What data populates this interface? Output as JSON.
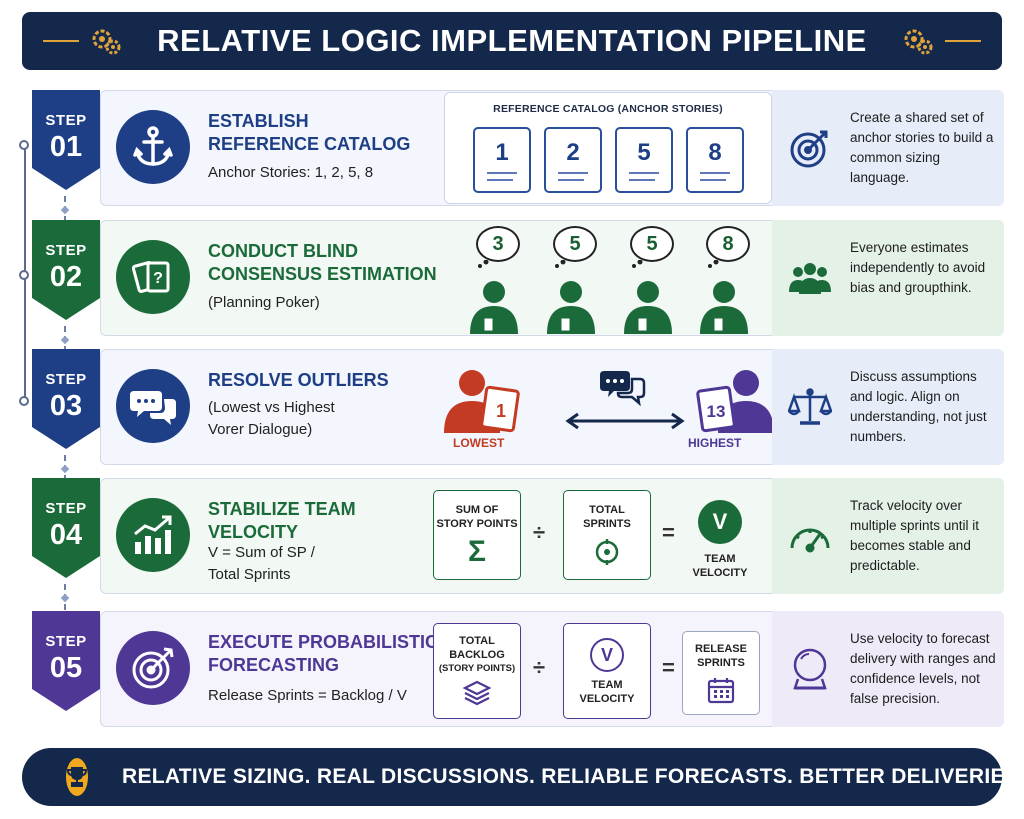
{
  "header": {
    "title": "RELATIVE LOGIC IMPLEMENTATION PIPELINE"
  },
  "colors": {
    "navy": "#14284b",
    "blue": "#1e3f86",
    "green": "#1b6b3a",
    "purple": "#4f3795",
    "gold": "#e0a33a",
    "red": "#c23b22"
  },
  "steps": [
    {
      "word": "STEP",
      "number": "01",
      "title_lines": [
        "ESTABLISH",
        "REFERENCE CATALOG"
      ],
      "subtitle_lines": [
        "Anchor Stories: 1, 2, 5, 8"
      ],
      "icon": "anchor-icon",
      "side_icon": "target-icon",
      "side_text": "Create a shared set of anchor stories to build a common sizing language.",
      "catalog": {
        "title": "REFERENCE CATALOG (ANCHOR STORIES)",
        "cards": [
          "1",
          "2",
          "5",
          "8"
        ]
      }
    },
    {
      "word": "STEP",
      "number": "02",
      "title_lines": [
        "CONDUCT BLIND",
        "CONSENSUS ESTIMATION"
      ],
      "subtitle_lines": [
        "(Planning Poker)"
      ],
      "icon": "cards-icon",
      "side_icon": "group-icon",
      "side_text": "Everyone estimates independently to avoid bias and groupthink.",
      "estimates": [
        "3",
        "5",
        "5",
        "8"
      ]
    },
    {
      "word": "STEP",
      "number": "03",
      "title_lines": [
        "RESOLVE OUTLIERS"
      ],
      "subtitle_lines": [
        "(Lowest vs Highest",
        "Vorer Dialogue)"
      ],
      "icon": "chat-icon",
      "side_icon": "scales-icon",
      "side_text": "Discuss assumptions and logic. Align on understanding, not just numbers.",
      "lowest": {
        "label": "LOWEST",
        "card": "1"
      },
      "highest": {
        "label": "HIGHEST",
        "card": "13"
      }
    },
    {
      "word": "STEP",
      "number": "04",
      "title_lines": [
        "STABILIZE TEAM",
        "VELOCITY"
      ],
      "subtitle_lines": [
        "V = Sum of SP /",
        "Total Sprints"
      ],
      "icon": "growth-chart-icon",
      "side_icon": "gauge-icon",
      "side_text": "Track velocity over multiple sprints until it becomes stable and predictable.",
      "formula": {
        "box1": [
          "SUM OF",
          "STORY POINTS"
        ],
        "box1_symbol": "Σ",
        "op1": "÷",
        "box2": [
          "TOTAL",
          "SPRINTS"
        ],
        "op2": "=",
        "result_symbol": "V",
        "result": [
          "TEAM",
          "VELOCITY"
        ]
      }
    },
    {
      "word": "STEP",
      "number": "05",
      "title_lines": [
        "EXECUTE PROBABILISTIC",
        "FORECASTING"
      ],
      "subtitle_lines": [
        "Release Sprints = Backlog / V"
      ],
      "icon": "bullseye-arrow-icon",
      "side_icon": "crystal-ball-icon",
      "side_text": "Use velocity to forecast delivery with ranges and confidence levels, not false precision.",
      "formula": {
        "box1": [
          "TOTAL",
          "BACKLOG",
          "(STORY POINTS)"
        ],
        "op1": "÷",
        "box2_symbol": "V",
        "box2": [
          "TEAM",
          "VELOCITY"
        ],
        "op2": "=",
        "box3": [
          "RELEASE",
          "SPRINTS"
        ]
      }
    }
  ],
  "footer": {
    "text": "RELATIVE SIZING. REAL DISCUSSIONS. RELIABLE FORECASTS. BETTER DELIVERIES."
  }
}
